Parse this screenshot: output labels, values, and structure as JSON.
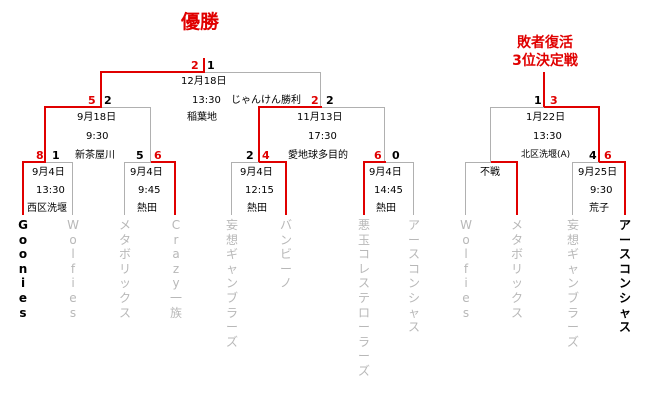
{
  "colors": {
    "win_line": "#e00000",
    "lose_line": "#b0b0b0",
    "win_text": "#000000",
    "lose_text": "#b8b8b8",
    "score": "#e00000"
  },
  "main": {
    "title": "優勝",
    "final": {
      "score_left": "2",
      "score_right": "1",
      "date": "12月18日",
      "time": "13:30",
      "venue": "稲葉地",
      "note": "じゃんけん勝利"
    },
    "semi_left": {
      "score_left": "5",
      "score_right": "2",
      "date": "9月18日",
      "time": "9:30",
      "venue": "新茶屋川"
    },
    "semi_right": {
      "score_left": "2",
      "score_right": "2",
      "date": "11月13日",
      "time": "17:30",
      "venue": "愛地球多目的"
    },
    "r1": [
      {
        "score_left": "8",
        "score_right": "1",
        "date": "9月4日",
        "time": "13:30",
        "venue": "西区洗堰"
      },
      {
        "score_left": "5",
        "score_right": "6",
        "date": "9月4日",
        "time": "9:45",
        "venue": "熱田"
      },
      {
        "score_left": "2",
        "score_right": "4",
        "date": "9月4日",
        "time": "12:15",
        "venue": "熱田"
      },
      {
        "score_left": "6",
        "score_right": "0",
        "date": "9月4日",
        "time": "14:45",
        "venue": "熱田"
      }
    ],
    "teams": [
      "Goonies",
      "Wolfies",
      "メタボリックス",
      "Crazy一族",
      "妄想ギャンブラーズ",
      "バンビーノ",
      "悪玉コレステローラーズ",
      "アースコンシャス"
    ]
  },
  "consolation": {
    "title_line1": "敗者復活",
    "title_line2": "3位決定戦",
    "final": {
      "score_left": "1",
      "score_right": "3",
      "date": "1月22日",
      "time": "13:30",
      "venue": "北区洗堰(A)"
    },
    "left_match": {
      "note": "不戦"
    },
    "right_match": {
      "score_left": "4",
      "score_right": "6",
      "date": "9月25日",
      "time": "9:30",
      "venue": "荒子"
    },
    "teams": [
      "Wolfies",
      "メタボリックス",
      "妄想ギャンブラーズ",
      "アースコンシャス"
    ]
  }
}
